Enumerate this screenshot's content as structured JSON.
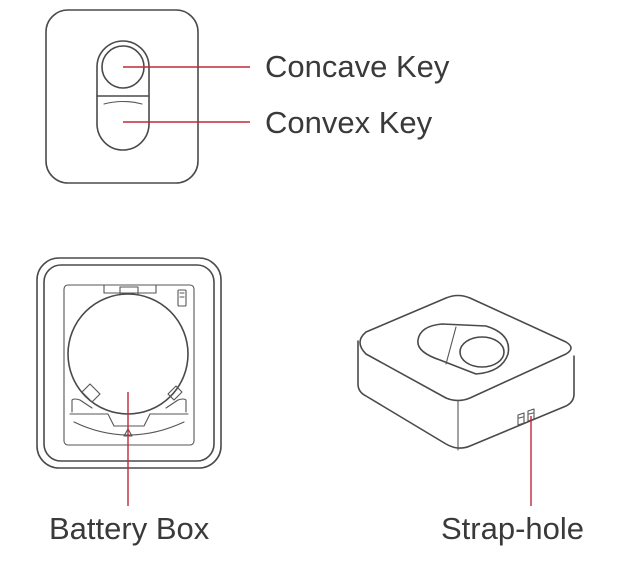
{
  "labels": {
    "concave_key": "Concave Key",
    "convex_key": "Convex Key",
    "battery_box": "Battery Box",
    "strap_hole": "Strap-hole"
  },
  "colors": {
    "outline": "#4a4a4a",
    "leader_line": "#c0283a",
    "label_text": "#3a3a3a",
    "background": "#ffffff"
  }
}
